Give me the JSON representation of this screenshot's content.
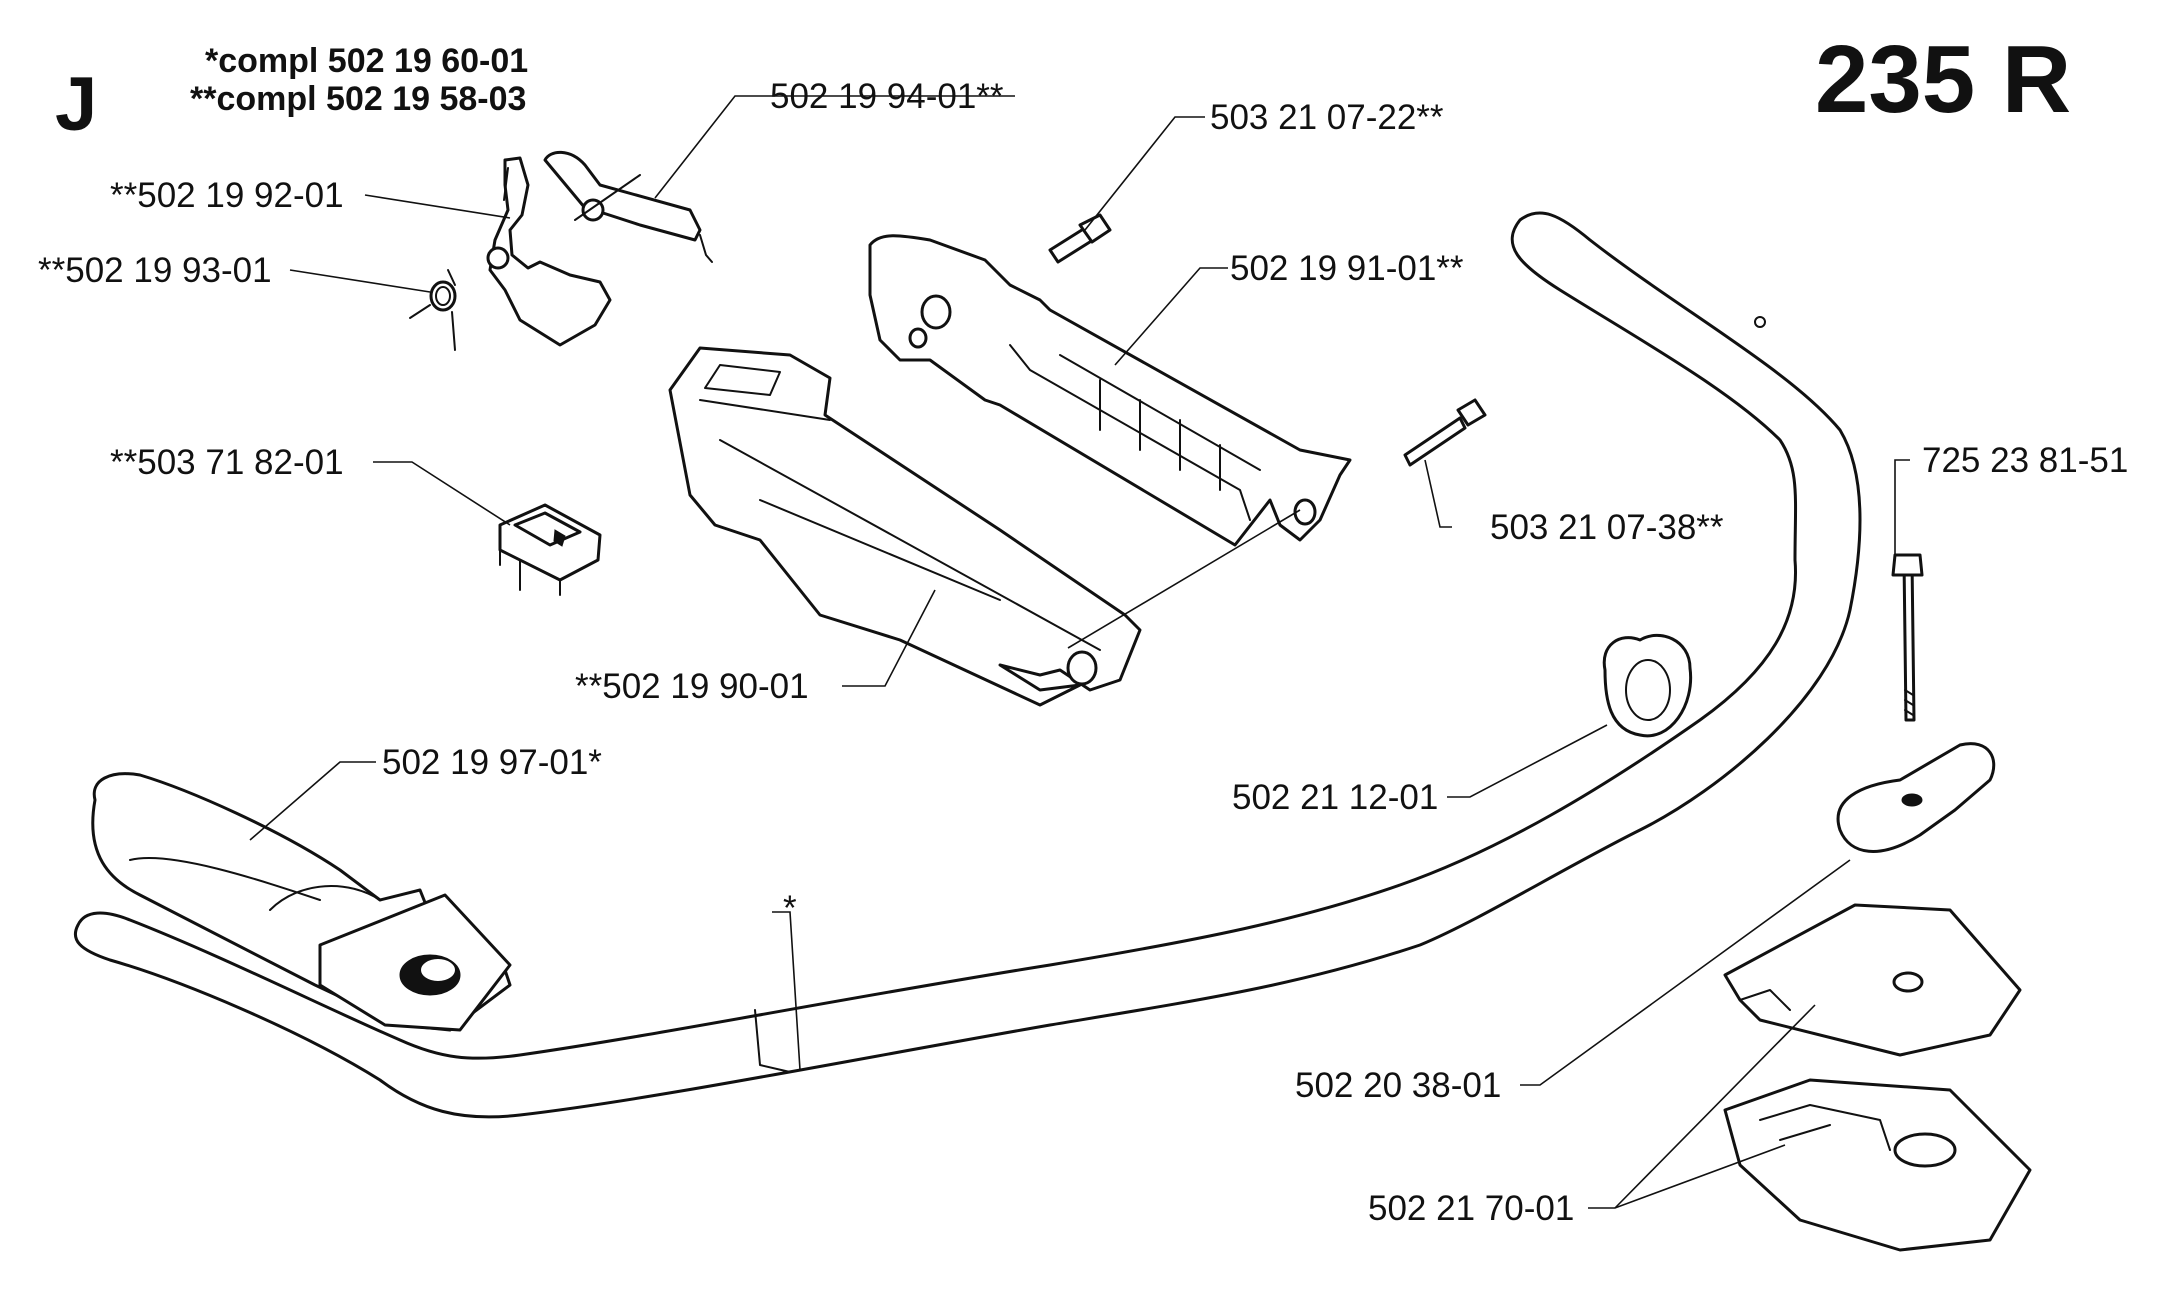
{
  "header": {
    "section_letter": "J",
    "model": "235 R",
    "compl_1": "*compl 502 19 60-01",
    "compl_2": "**compl 502 19 58-03"
  },
  "labels": {
    "p_502_19_94_01": "502 19 94-01**",
    "p_502_19_92_01": "**502 19 92-01",
    "p_502_19_93_01": "**502 19 93-01",
    "p_503_21_07_22": "503 21 07-22**",
    "p_502_19_91_01": "502 19 91-01**",
    "p_503_71_82_01": "**503 71 82-01",
    "p_503_21_07_38": "503 21 07-38**",
    "p_725_23_81_51": "725 23 81-51",
    "p_502_19_90_01": "**502 19 90-01",
    "p_502_21_12_01": "502 21 12-01",
    "p_502_19_97_01": "502 19 97-01*",
    "p_star": "*",
    "p_502_20_38_01": "502 20 38-01",
    "p_502_21_70_01": "502 21 70-01"
  }
}
